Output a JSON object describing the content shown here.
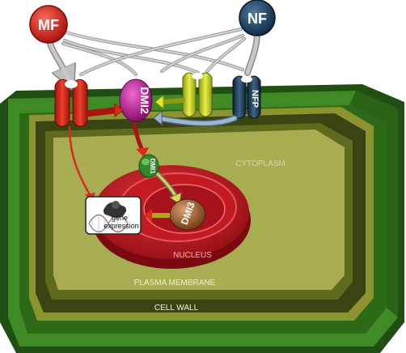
{
  "signals": {
    "mf": {
      "label": "MF",
      "color": "#c0201c"
    },
    "nf": {
      "label": "NF",
      "color": "#1f3f5e"
    }
  },
  "proteins": {
    "dmi2": "DMI2",
    "nfp": "NFP",
    "dmi1": "DMI1",
    "dmi3": "DMI3"
  },
  "compartments": {
    "cytoplasm": "CYTOPLASM",
    "nucleus": "NUCLEUS",
    "plasma_membrane": "PLASMA MEMBRANE",
    "cell_wall": "CELL WALL"
  },
  "gene_box": {
    "line1": "gene",
    "line2": "expression"
  },
  "colors": {
    "cell_wall": "#2f6a1c",
    "plasma_membrane": "#3d4a12",
    "cytoplasm": "#a9ad52",
    "nucleus": "#b3121c",
    "dmi2": "#b0178a",
    "dmi1": "#2f8a2a",
    "dmi3": "#8a4a1a",
    "receptor_mf": "#d92a1c",
    "receptor_yellow": "#c9d21c",
    "nfp": "#1f3f5e"
  }
}
